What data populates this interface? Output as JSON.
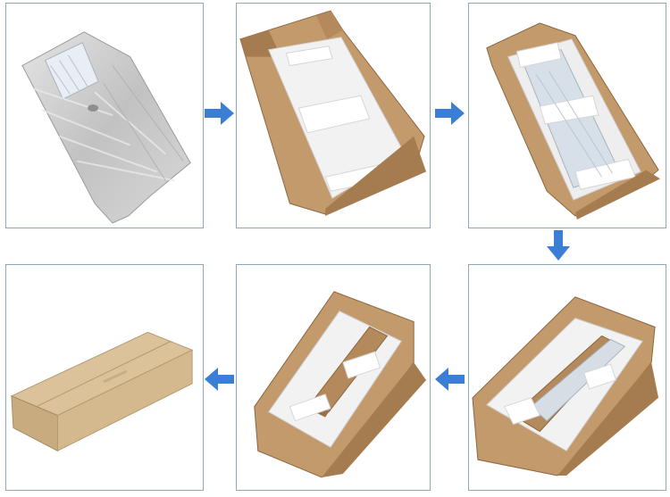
{
  "colors": {
    "arrow": "#3a7fd5",
    "panel_border": "#8fa8b8",
    "cardboard": "#c39a6b",
    "cardboard_dark": "#a57c50",
    "foam": "#f4f4f4",
    "wrap": "#c8c8c8"
  },
  "steps": [
    {
      "name": "wrapped-light"
    },
    {
      "name": "box-with-foam"
    },
    {
      "name": "light-in-box"
    },
    {
      "name": "second-layer"
    },
    {
      "name": "pole-inserted"
    },
    {
      "name": "sealed-carton"
    }
  ]
}
